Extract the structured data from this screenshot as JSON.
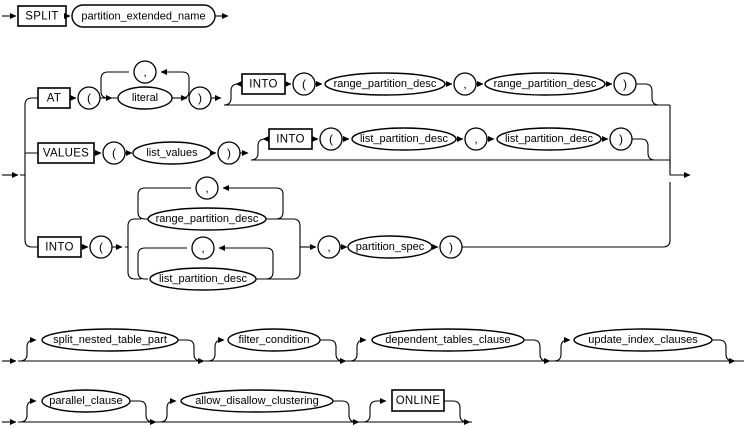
{
  "diagram": {
    "name": "split_partition_clause",
    "type": "railroad-syntax-diagram",
    "line_color": "#000000",
    "background": "#ffffff"
  },
  "row1": {
    "keyword_split": "SPLIT",
    "nonterminal_partition_extended_name": "partition_extended_name"
  },
  "branch_at": {
    "keyword": "AT",
    "paren_open": "(",
    "loop_separator": ",",
    "item": "literal",
    "paren_close": ")",
    "into": {
      "keyword": "INTO",
      "paren_open": "(",
      "first": "range_partition_desc",
      "separator": ",",
      "second": "range_partition_desc",
      "paren_close": ")"
    }
  },
  "branch_values": {
    "keyword": "VALUES",
    "paren_open": "(",
    "item": "list_values",
    "paren_close": ")",
    "into": {
      "keyword": "INTO",
      "paren_open": "(",
      "first": "list_partition_desc",
      "separator": ",",
      "second": "list_partition_desc",
      "paren_close": ")"
    }
  },
  "branch_into": {
    "keyword": "INTO",
    "paren_open": "(",
    "alt_range": {
      "loop_separator": ",",
      "item": "range_partition_desc"
    },
    "alt_list": {
      "loop_separator": ",",
      "item": "list_partition_desc"
    },
    "separator": ",",
    "partition_spec": "partition_spec",
    "paren_close": ")"
  },
  "optional_row_a": [
    {
      "label": "split_nested_table_part"
    },
    {
      "label": "filter_condition"
    },
    {
      "label": "dependent_tables_clause"
    },
    {
      "label": "update_index_clauses"
    }
  ],
  "optional_row_b": [
    {
      "label": "parallel_clause",
      "shape": "oval"
    },
    {
      "label": "allow_disallow_clustering",
      "shape": "oval"
    },
    {
      "label": "ONLINE",
      "shape": "box"
    }
  ]
}
